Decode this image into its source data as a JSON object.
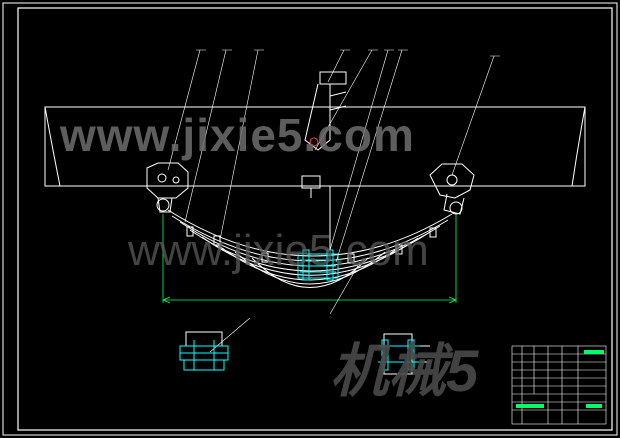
{
  "watermarks": {
    "top": "www.jixie5.com",
    "middle": "www.jixie5.com",
    "bottom": "机械5"
  },
  "colors": {
    "background": "#000000",
    "frame": "#ffffff",
    "spring": "#ffffff",
    "detail": "#00ffff",
    "dimension": "#00ff66",
    "leader": "#ffffff"
  }
}
